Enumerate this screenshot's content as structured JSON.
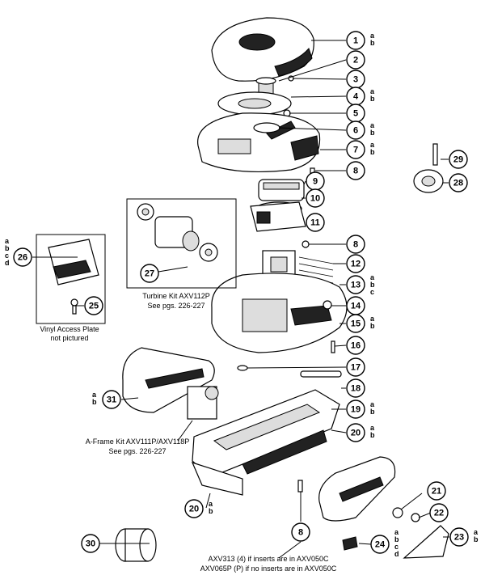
{
  "callouts": [
    {
      "id": "1",
      "variants": [
        "a",
        "b"
      ]
    },
    {
      "id": "2",
      "variants": []
    },
    {
      "id": "3",
      "variants": []
    },
    {
      "id": "4",
      "variants": [
        "a",
        "b"
      ]
    },
    {
      "id": "5",
      "variants": []
    },
    {
      "id": "6",
      "variants": [
        "a",
        "b"
      ]
    },
    {
      "id": "7",
      "variants": [
        "a",
        "b"
      ]
    },
    {
      "id": "8",
      "variants": []
    },
    {
      "id": "9",
      "variants": []
    },
    {
      "id": "10",
      "variants": []
    },
    {
      "id": "11",
      "variants": []
    },
    {
      "id": "8b",
      "label": "8",
      "variants": []
    },
    {
      "id": "12",
      "variants": []
    },
    {
      "id": "13",
      "variants": [
        "a",
        "b",
        "c"
      ]
    },
    {
      "id": "14",
      "variants": []
    },
    {
      "id": "15",
      "variants": [
        "a",
        "b"
      ]
    },
    {
      "id": "16",
      "variants": []
    },
    {
      "id": "17",
      "variants": []
    },
    {
      "id": "18",
      "variants": []
    },
    {
      "id": "19",
      "variants": [
        "a",
        "b"
      ]
    },
    {
      "id": "20",
      "variants": [
        "a",
        "b"
      ]
    },
    {
      "id": "20b",
      "label": "20",
      "variants": [
        "a",
        "b"
      ]
    },
    {
      "id": "21",
      "variants": []
    },
    {
      "id": "22",
      "variants": []
    },
    {
      "id": "23",
      "variants": [
        "a",
        "b"
      ]
    },
    {
      "id": "24",
      "variants": [
        "a",
        "b",
        "c",
        "d"
      ]
    },
    {
      "id": "25",
      "variants": []
    },
    {
      "id": "26",
      "variants": [
        "a",
        "b",
        "c",
        "d"
      ]
    },
    {
      "id": "27",
      "variants": []
    },
    {
      "id": "28",
      "variants": []
    },
    {
      "id": "29",
      "variants": []
    },
    {
      "id": "30",
      "variants": []
    },
    {
      "id": "31",
      "variants": [
        "a",
        "b"
      ]
    },
    {
      "id": "8c",
      "label": "8",
      "variants": []
    }
  ],
  "captions": {
    "turbine_kit": "Turbine Kit  AXV112P",
    "turbine_pages": "See pgs. 226-227",
    "vinyl_1": "Vinyl Access Plate",
    "vinyl_2": "not pictured",
    "aframe_kit": "A-Frame Kit AXV111P/AXV118P",
    "aframe_pages": "See pgs. 226-227",
    "axv313": "AXV313 (4) if inserts are in AXV050C",
    "axv065": "AXV065P (P) if no inserts are in AXV050C"
  }
}
